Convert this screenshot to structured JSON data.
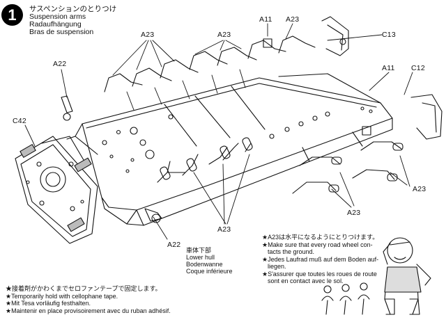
{
  "step": {
    "number": "1",
    "title_jp": "サスペンションのとりつけ",
    "title_en": "Suspension arms",
    "title_de": "Radaufhängung",
    "title_fr": "Bras de suspension"
  },
  "callouts": {
    "a23_top_left": "A23",
    "a23_top_mid": "A23",
    "a23_top_right": "A23",
    "a11_top": "A11",
    "c13": "C13",
    "a22_top": "A22",
    "a11_right": "A11",
    "c12": "C12",
    "c42": "C42",
    "a23_right": "A23",
    "a23_lower_right": "A23",
    "a23_bottom": "A23",
    "a22_bottom": "A22"
  },
  "lower_hull": {
    "jp": "車体下部",
    "en": "Lower hull",
    "de": "Bodenwanne",
    "fr": "Coque inférieure"
  },
  "note_right": {
    "line1": "★A23は水平になるようにとりつけます。",
    "line2": "★Make sure that every road wheel con-",
    "line3": "tacts the ground.",
    "line4": "★Jedes Laufrad muß auf dem Boden auf-",
    "line5": "liegen.",
    "line6": "★S'assurer que toutes les roues de route",
    "line7": "sont en contact avec le sol."
  },
  "note_left": {
    "line1": "★接着剤がかわくまでセロファンテープで固定します。",
    "line2": "★Temporarily hold with cellophane tape.",
    "line3": "★Mit Tesa vorläufig festhalten.",
    "line4": "★Maintenir en place provisoirement avec du ruban adhésif."
  }
}
